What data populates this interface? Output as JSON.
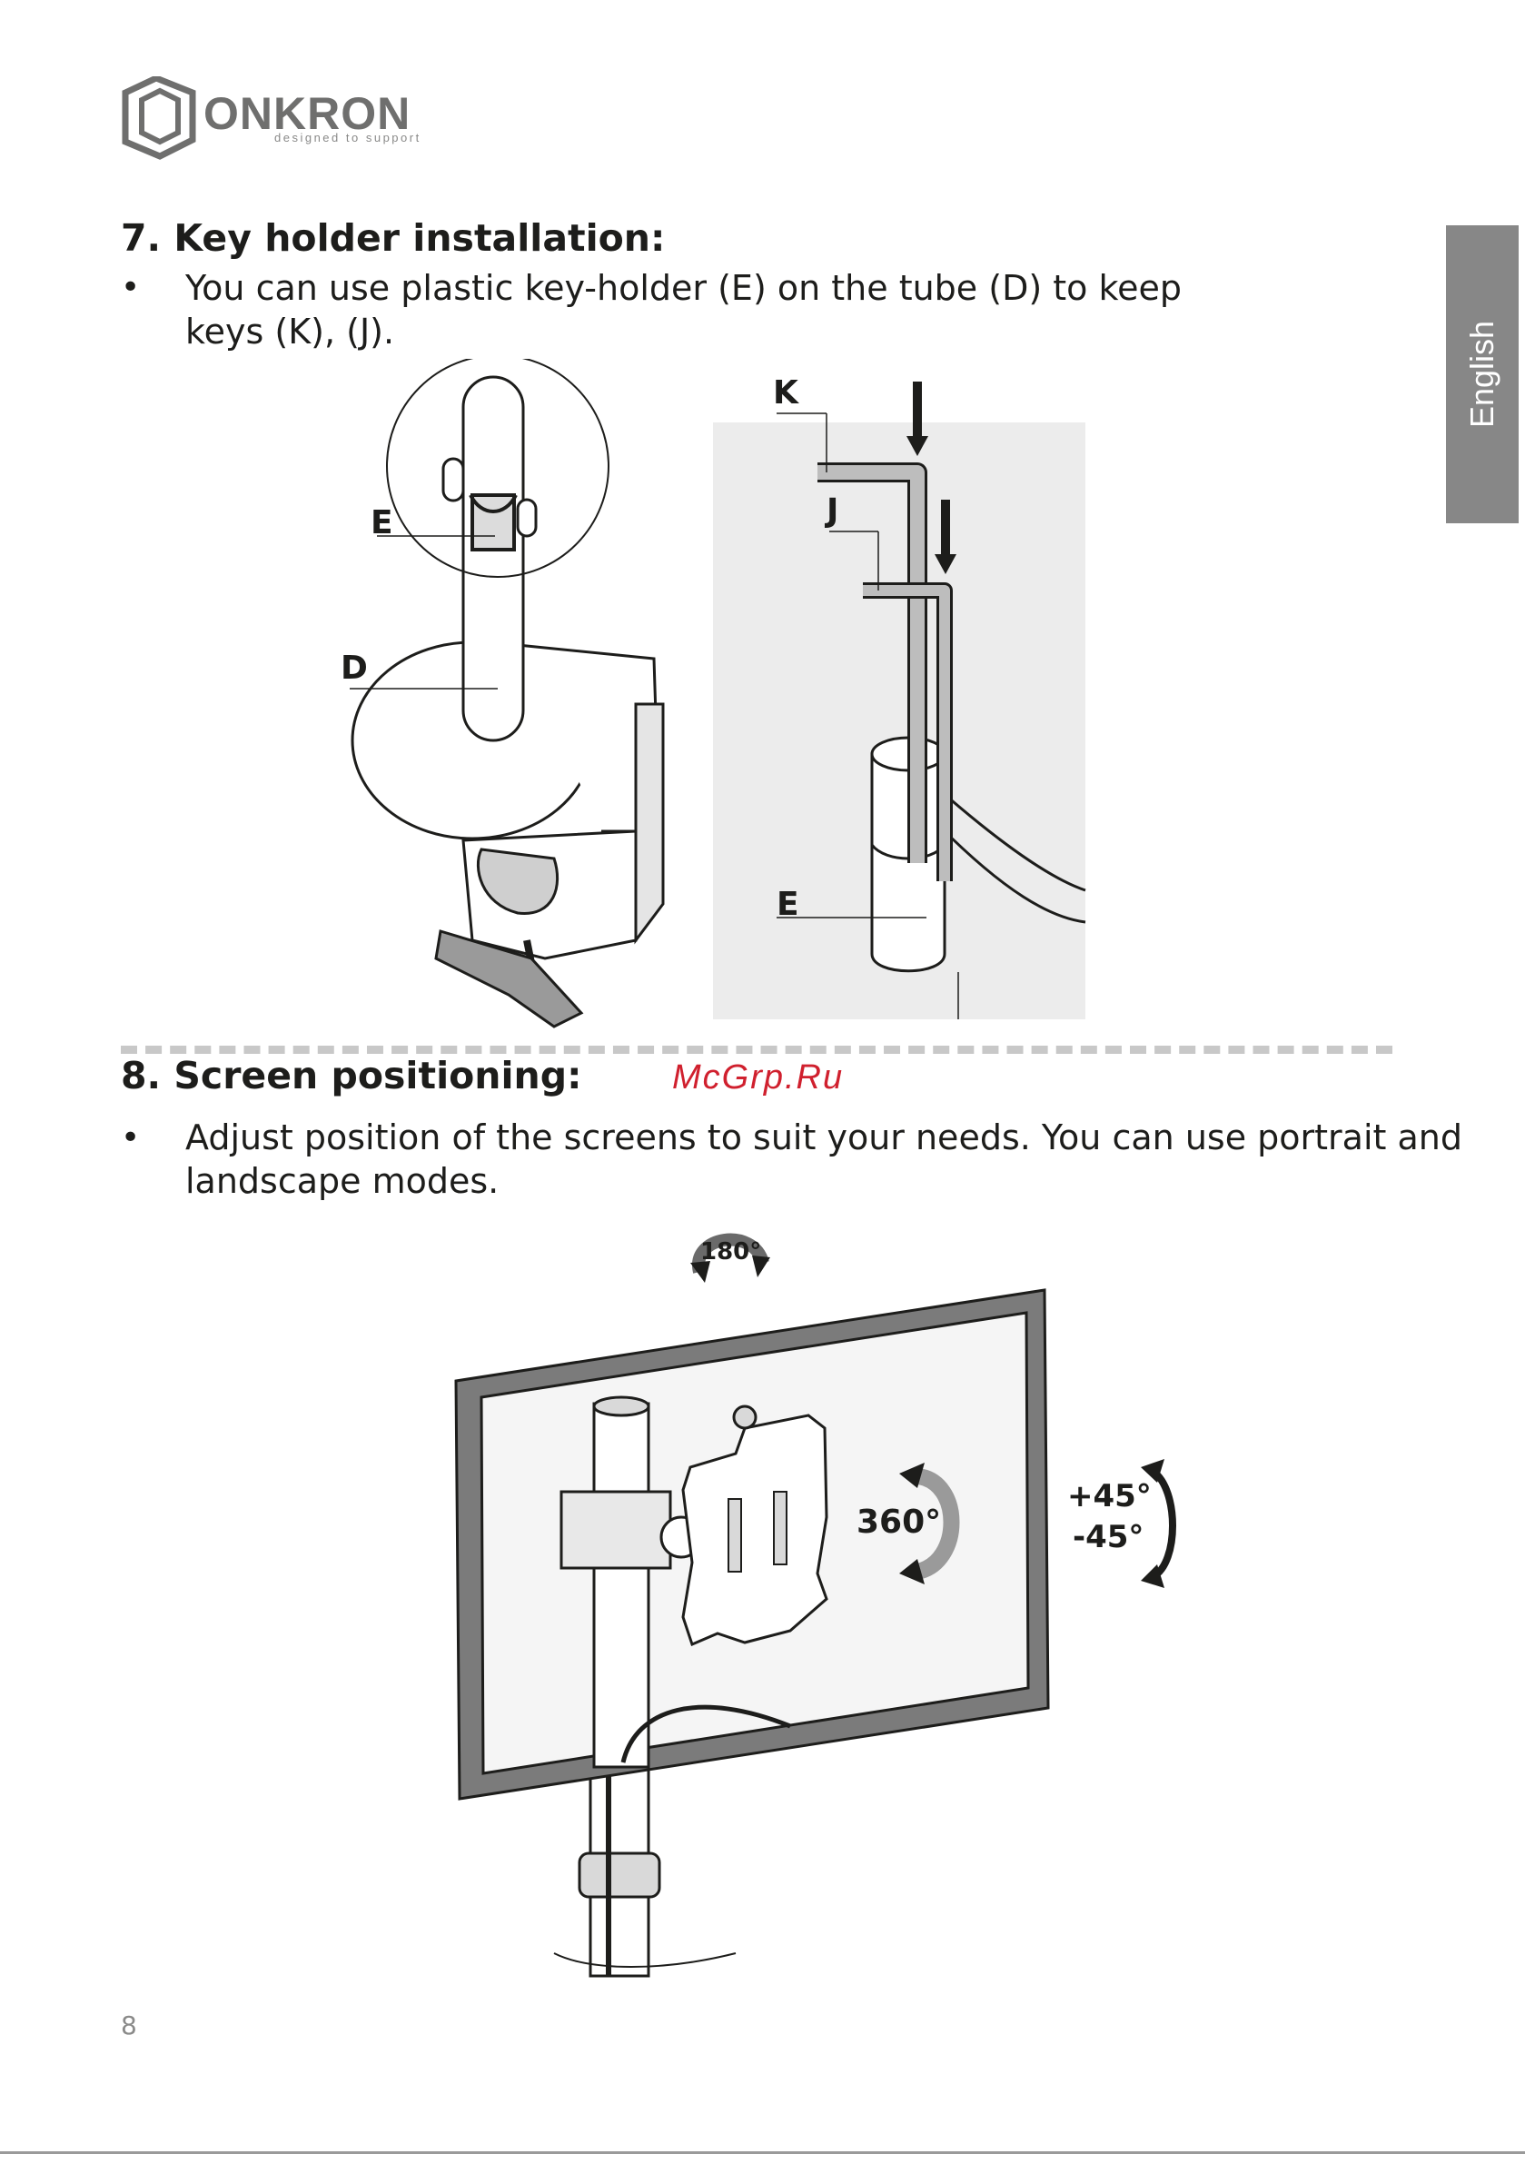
{
  "header": {
    "brand": "ONKRON",
    "tagline": "designed to support",
    "language_tab": "English"
  },
  "section7": {
    "title": "7. Key holder installation:",
    "bullet": "•",
    "line1": "You can use plastic key-holder (E) on the tube (D) to keep",
    "line2": "keys (K), (J).",
    "labels": {
      "e_left": "E",
      "d": "D",
      "k": "K",
      "j": "J",
      "e_right": "E"
    }
  },
  "watermark": "McGrp.Ru",
  "section8": {
    "title": "8. Screen positioning:",
    "bullet": "•",
    "line1": "Adjust position of the screens to suit your needs. You can use portrait and",
    "line2": "landscape modes.",
    "labels": {
      "rot180": "180°",
      "rot360": "360°",
      "tilt_up": "+45°",
      "tilt_down": "-45°"
    }
  },
  "footer": {
    "page_number": "8"
  }
}
